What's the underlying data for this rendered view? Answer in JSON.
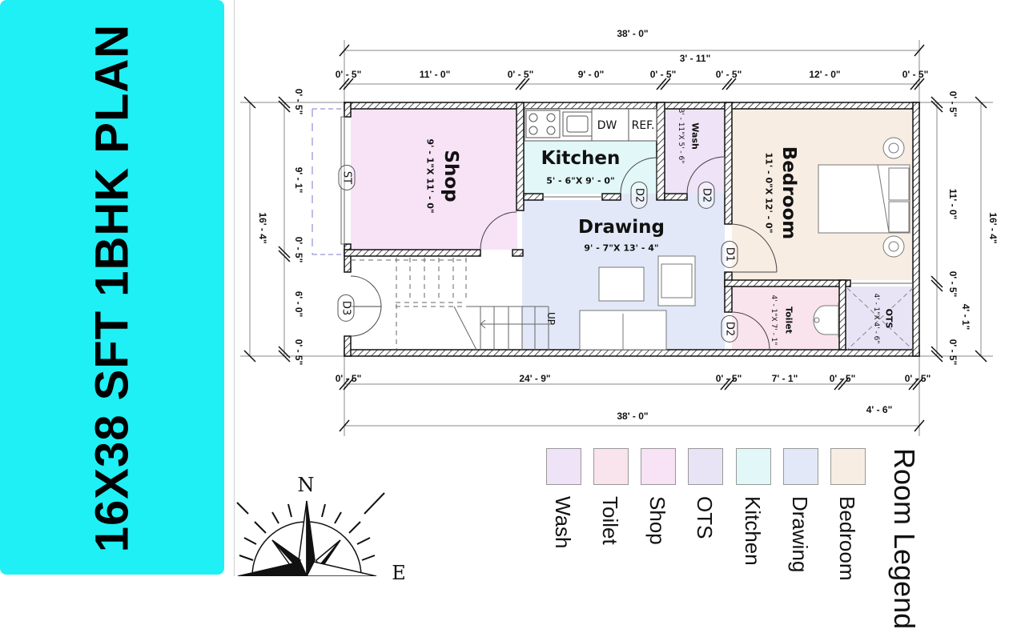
{
  "banner": {
    "title": "16X38 SFT 1BHK PLAN",
    "background": "#1ff0f5"
  },
  "dimensions": {
    "top_overall": "38' - 0\"",
    "top_extra": "3' - 11\"",
    "top_chain": [
      "0' - 5\"",
      "11' - 0\"",
      "0' - 5\"",
      "9' - 0\"",
      "0' - 5\"",
      "0' - 5\"",
      "12' - 0\"",
      "0' - 5\""
    ],
    "bottom_chain": [
      "0' - 5\"",
      "24' - 9\"",
      "0' - 5\"",
      "7' - 1\"",
      "0' - 5\"",
      "0' - 5\""
    ],
    "bottom_extra": "4' - 6\"",
    "bottom_overall": "38' - 0\"",
    "left_chain": [
      "0' - 5\"",
      "9' - 1\"",
      "0' - 5\"",
      "6' - 0\"",
      "0' - 5\""
    ],
    "left_overall": "16' - 4\"",
    "right_chain": [
      "0' - 5\"",
      "11' - 0\"",
      "0' - 5\"",
      "4' - 1\"",
      "0' - 5\""
    ],
    "right_overall": "16' - 4\""
  },
  "rooms": {
    "shop": {
      "name": "Shop",
      "size": "9' - 1\"X 11' - 0\""
    },
    "kitchen": {
      "name": "Kitchen",
      "size": "5' - 6\"X 9' - 0\""
    },
    "wash": {
      "name": "Wash",
      "size": "3' - 11\"X 5' - 6\""
    },
    "bedroom": {
      "name": "Bedroom",
      "size": "11' - 0\"X 12' - 0\""
    },
    "drawing": {
      "name": "Drawing",
      "size": "9' - 7\"X 13' - 4\""
    },
    "toilet": {
      "name": "Toilet",
      "size": "4' - 1\"X 7' - 1\""
    },
    "ots": {
      "name": "OTS",
      "size": "4' - 1\"X 4' - 6\""
    }
  },
  "tags": [
    "ST",
    "D3",
    "D2",
    "D2",
    "D1",
    "D2"
  ],
  "fixtures": {
    "dishwasher": "DW",
    "fridge": "REF.",
    "stairs": "UP"
  },
  "legend": {
    "title": "Room Legend",
    "items": [
      {
        "label": "Wash",
        "color": "#efe3f7"
      },
      {
        "label": "Toilet",
        "color": "#f9e3ec"
      },
      {
        "label": "Shop",
        "color": "#f7e2f6"
      },
      {
        "label": "OTS",
        "color": "#e9e3f6"
      },
      {
        "label": "Kitchen",
        "color": "#e2f7f7"
      },
      {
        "label": "Drawing",
        "color": "#e2e8f7"
      },
      {
        "label": "Bedroom",
        "color": "#f8ede3"
      }
    ]
  },
  "compass": {
    "north": "N",
    "east": "E"
  }
}
